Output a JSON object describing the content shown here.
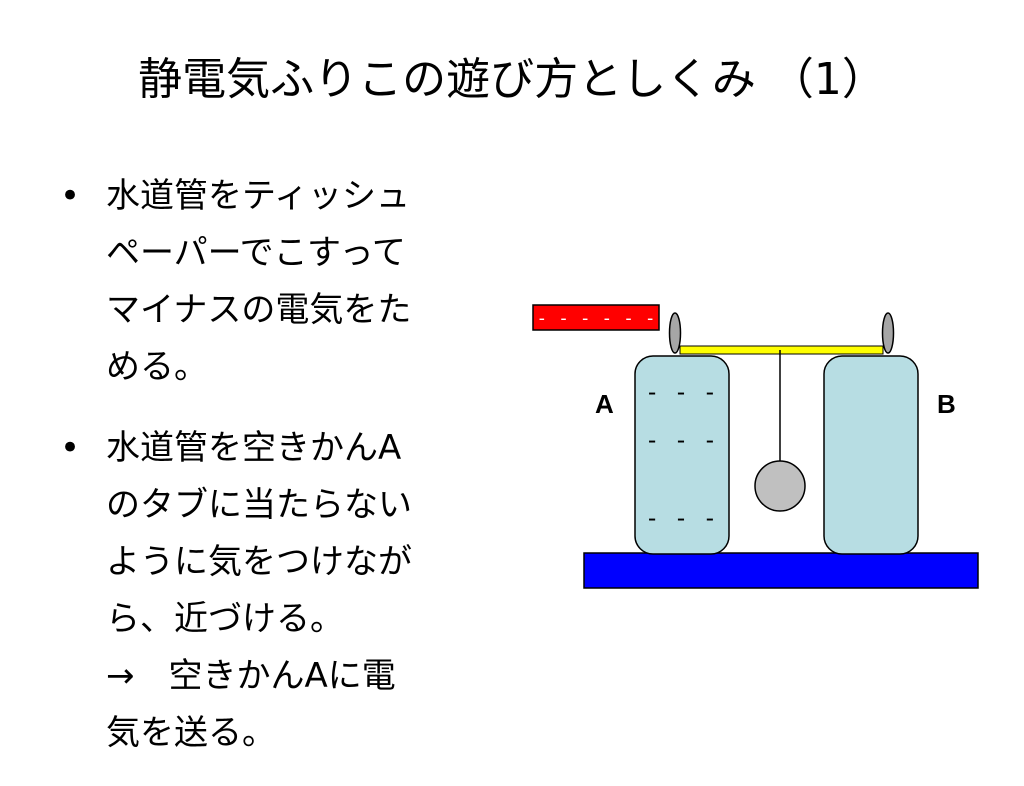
{
  "title": "静電気ふりこの遊び方としくみ （1）",
  "bullets": [
    {
      "lines": [
        "水道管をティッシュ",
        "ペーパーでこすって",
        "マイナスの電気をた",
        "める。"
      ]
    },
    {
      "lines": [
        "水道管を空きかんA",
        "のタブに当たらない",
        "ように気をつけなが",
        "ら、近づける。",
        "→　空きかんAに電",
        "気を送る。"
      ]
    }
  ],
  "diagram": {
    "label_a": "A",
    "label_b": "B",
    "rod_charges": "- - - - - -",
    "can_a_charges": [
      "- - -",
      "- - -",
      "- - -"
    ],
    "colors": {
      "rod": "#ff0000",
      "can": "#b7dde3",
      "base": "#0000ff",
      "bar": "#ffff00",
      "tab": "#a6a6a6",
      "ball": "#c0c0c0"
    }
  }
}
